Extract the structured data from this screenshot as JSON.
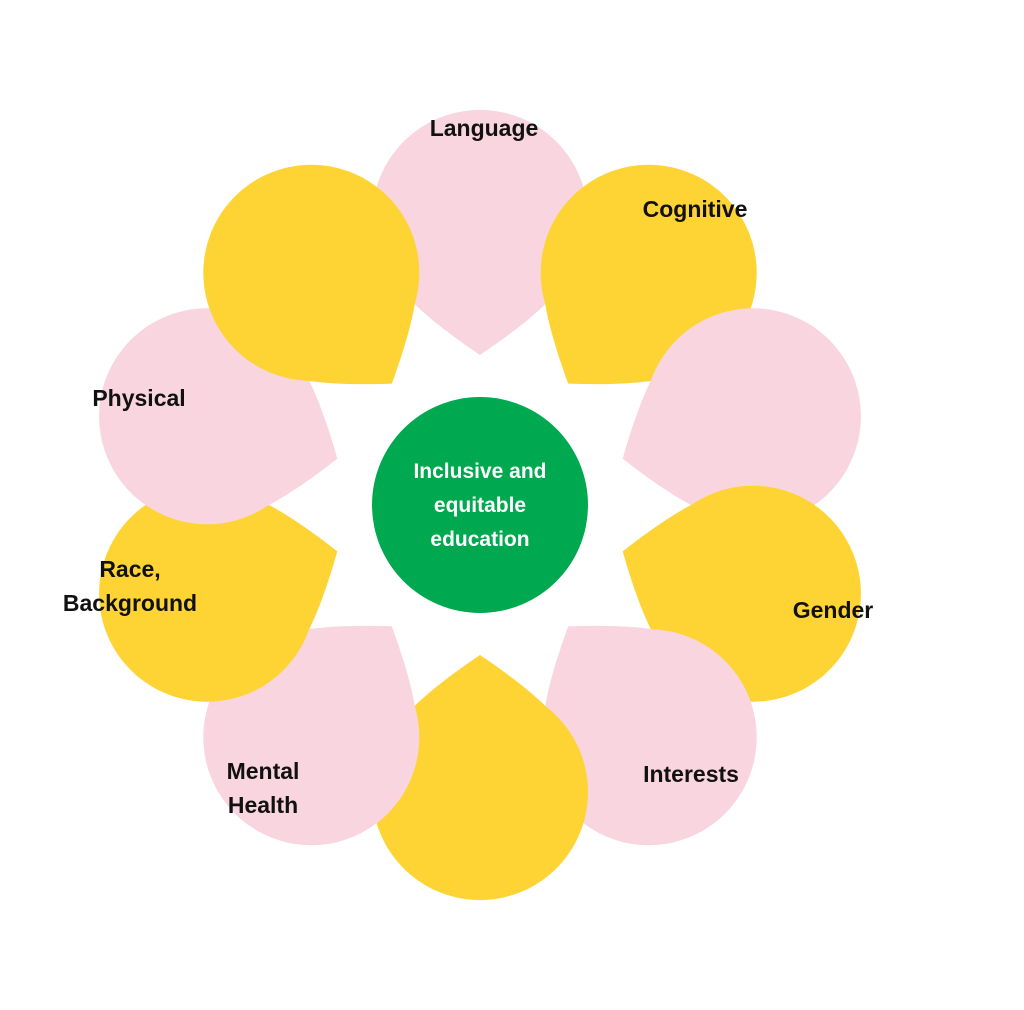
{
  "colors": {
    "pink_petal": "#F9D5DF",
    "yellow_petal": "#FDD434",
    "center_circle": "#00A84F",
    "background": "#FFFFFF"
  },
  "center": {
    "lines": [
      "Inclusive and",
      "equitable",
      "education"
    ]
  },
  "petals": [
    {
      "id": "top",
      "color": "pink",
      "lines": [
        "Language"
      ]
    },
    {
      "id": "top-right",
      "color": "yellow",
      "lines": [
        "Cognitive"
      ]
    },
    {
      "id": "right-upper",
      "color": "pink",
      "lines": []
    },
    {
      "id": "right-lower",
      "color": "yellow",
      "lines": [
        "Gender"
      ]
    },
    {
      "id": "bottom-right",
      "color": "pink",
      "lines": [
        "Interests"
      ]
    },
    {
      "id": "bottom",
      "color": "yellow",
      "lines": []
    },
    {
      "id": "bottom-left",
      "color": "pink",
      "lines": [
        "Mental",
        "Health"
      ]
    },
    {
      "id": "left-lower",
      "color": "yellow",
      "lines": [
        "Race,",
        "Background"
      ]
    },
    {
      "id": "left-upper",
      "color": "pink",
      "lines": [
        "Physical"
      ]
    },
    {
      "id": "top-left",
      "color": "yellow",
      "lines": []
    }
  ]
}
